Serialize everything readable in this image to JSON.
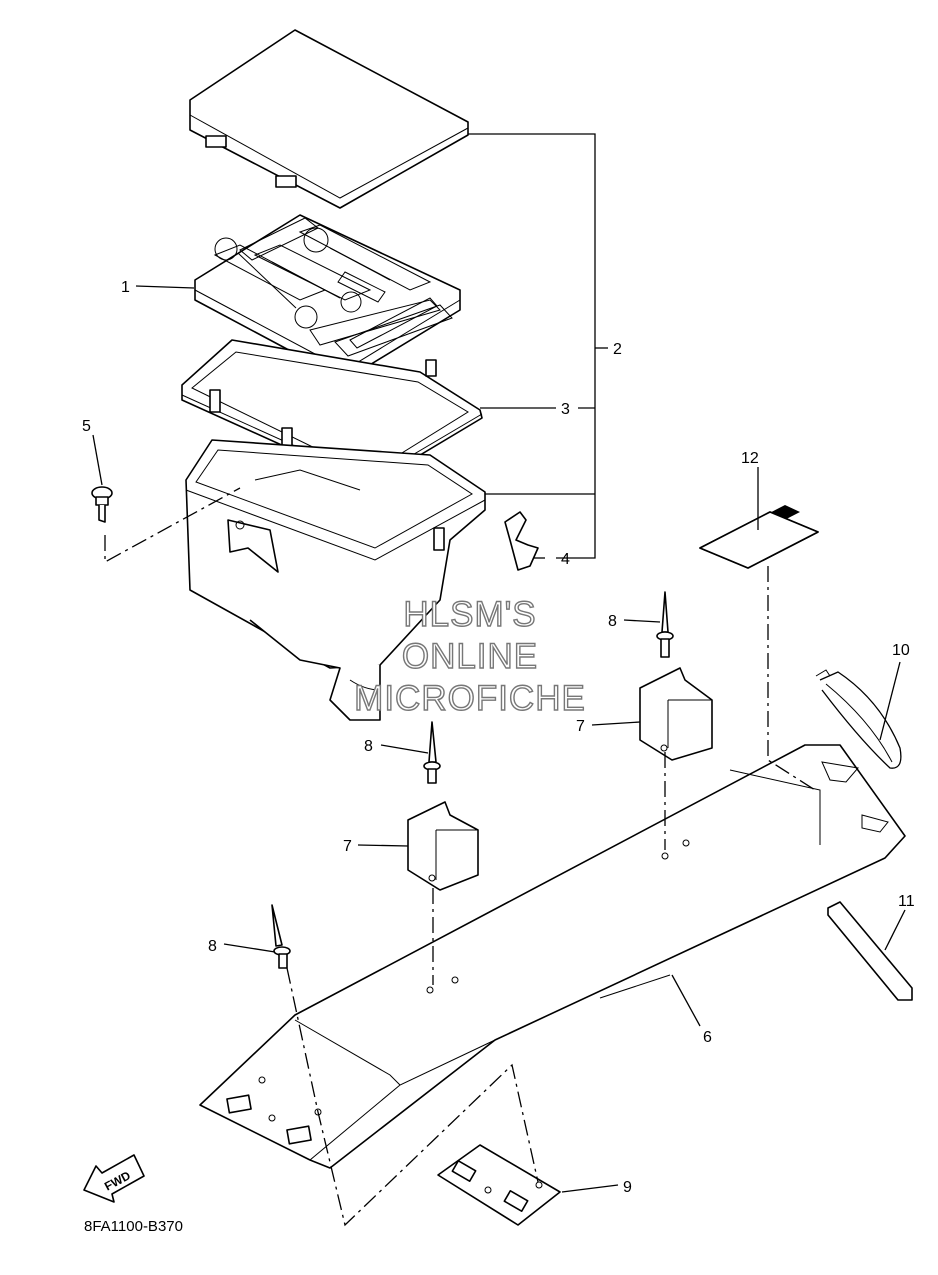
{
  "callouts": [
    {
      "id": "c1",
      "label": "1"
    },
    {
      "id": "c2",
      "label": "2"
    },
    {
      "id": "c3",
      "label": "3"
    },
    {
      "id": "c4",
      "label": "4"
    },
    {
      "id": "c5",
      "label": "5"
    },
    {
      "id": "c6",
      "label": "6"
    },
    {
      "id": "c7a",
      "label": "7"
    },
    {
      "id": "c7b",
      "label": "7"
    },
    {
      "id": "c8a",
      "label": "8"
    },
    {
      "id": "c8b",
      "label": "8"
    },
    {
      "id": "c8c",
      "label": "8"
    },
    {
      "id": "c9",
      "label": "9"
    },
    {
      "id": "c10",
      "label": "10"
    },
    {
      "id": "c11",
      "label": "11"
    },
    {
      "id": "c12",
      "label": "12"
    }
  ],
  "watermark": {
    "line1": "HLSM'S",
    "line2": "ONLINE",
    "line3": "MICROFICHE"
  },
  "forward_badge": "FWD",
  "diagram_code": "8FA1100-B370"
}
